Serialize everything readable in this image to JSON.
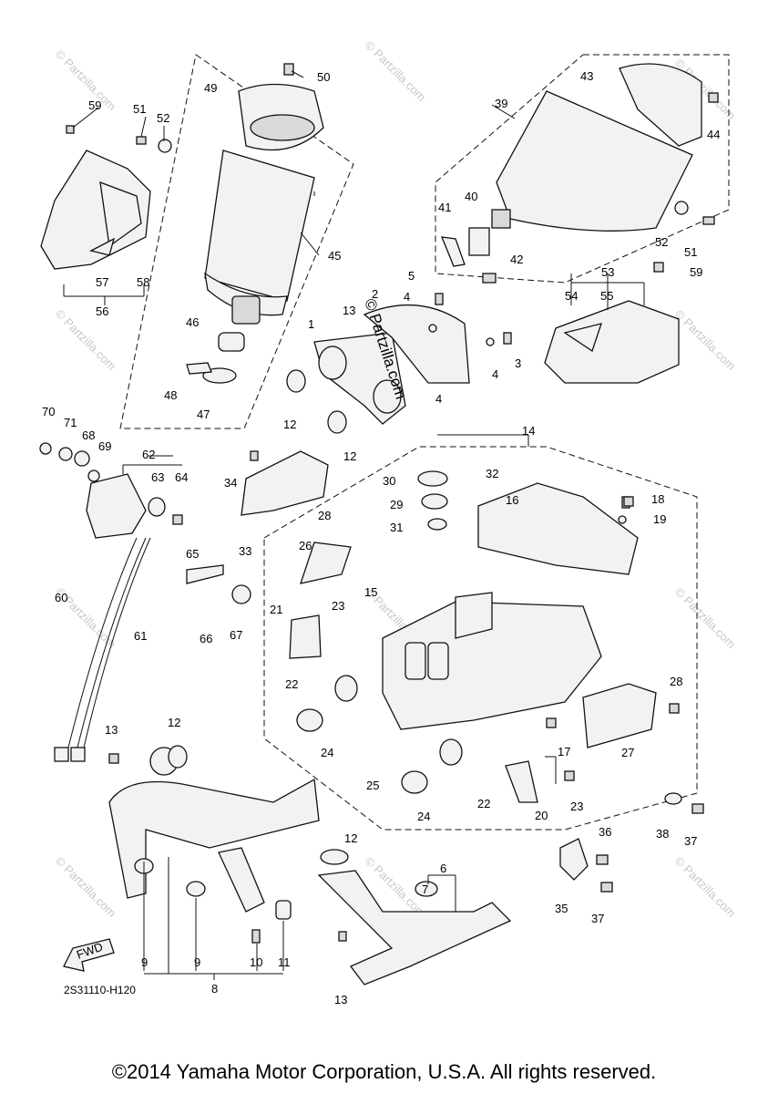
{
  "diagram": {
    "drawing_code": "2S31110-H120",
    "fwd_label": "FWD",
    "vertical_brand": "© Partzilla.com",
    "watermark_text": "© Partzilla.com",
    "part_numbers": [
      "1",
      "2",
      "3",
      "4",
      "5",
      "6",
      "7",
      "8",
      "9",
      "10",
      "11",
      "12",
      "13",
      "14",
      "15",
      "16",
      "17",
      "18",
      "19",
      "20",
      "21",
      "22",
      "23",
      "24",
      "25",
      "26",
      "27",
      "28",
      "29",
      "30",
      "31",
      "32",
      "33",
      "34",
      "35",
      "36",
      "37",
      "38",
      "39",
      "40",
      "41",
      "42",
      "43",
      "44",
      "45",
      "46",
      "47",
      "48",
      "49",
      "50",
      "51",
      "52",
      "53",
      "54",
      "55",
      "56",
      "57",
      "58",
      "59",
      "60",
      "61",
      "62",
      "63",
      "64",
      "65",
      "66",
      "67",
      "68",
      "69",
      "70",
      "71"
    ]
  },
  "footer": {
    "copyright": "©2014 Yamaha Motor Corporation, U.S.A. All rights reserved."
  },
  "colors": {
    "line": "#111111",
    "fill": "#f2f2f2",
    "watermark": "#c8c8c8"
  }
}
